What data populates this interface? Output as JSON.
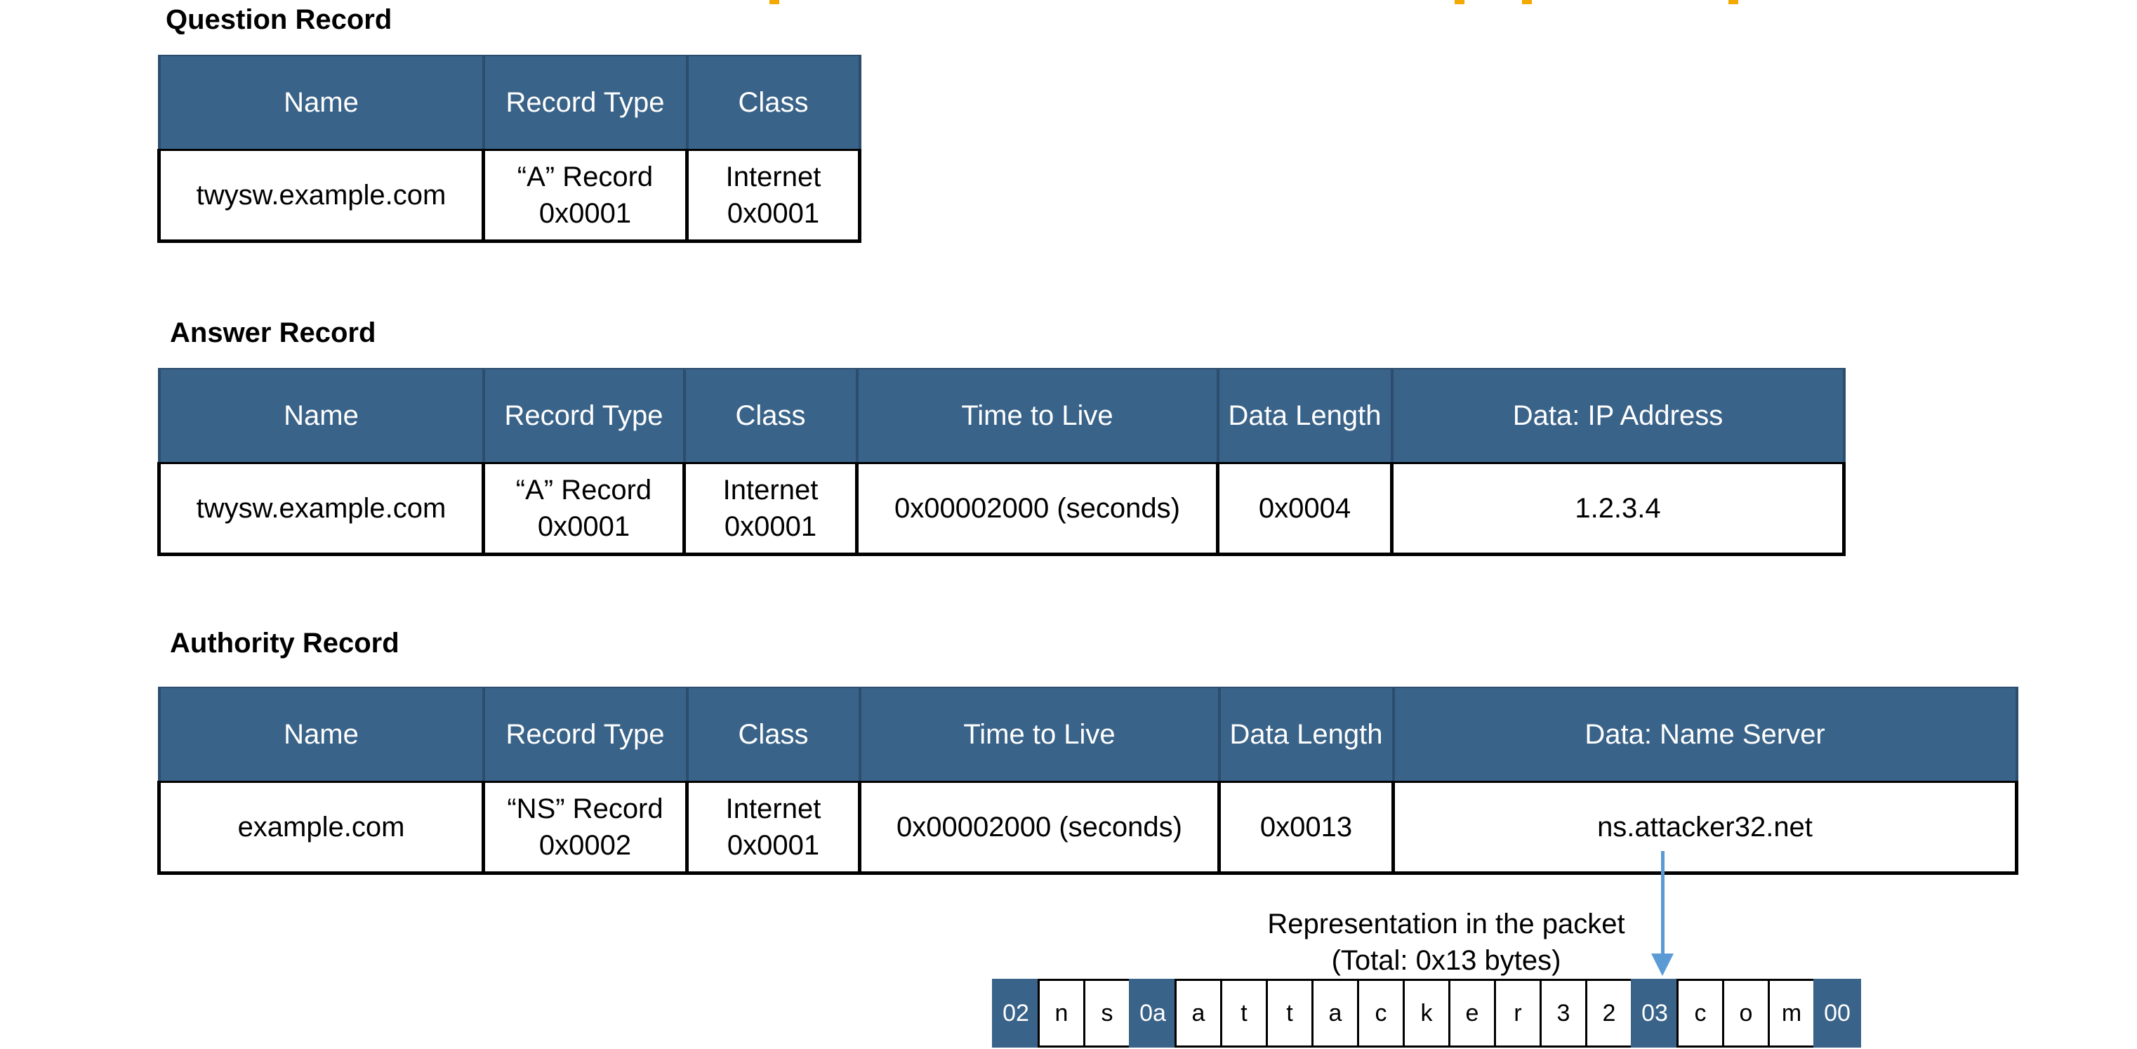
{
  "colors": {
    "header_fill": "#3a6389",
    "header_text": "#ffffff",
    "arrow": "#5b9bd5",
    "accent_dash": "#f2a900"
  },
  "question": {
    "title": "Question Record",
    "headers": [
      "Name",
      "Record Type",
      "Class"
    ],
    "row": [
      "twysw.example.com",
      "“A” Record\n0x0001",
      "Internet\n0x0001"
    ]
  },
  "answer": {
    "title": "Answer Record",
    "headers": [
      "Name",
      "Record Type",
      "Class",
      "Time to Live",
      "Data Length",
      "Data: IP Address"
    ],
    "row": [
      "twysw.example.com",
      "“A” Record\n0x0001",
      "Internet\n0x0001",
      "0x00002000 (seconds)",
      "0x0004",
      "1.2.3.4"
    ]
  },
  "authority": {
    "title": "Authority Record",
    "headers": [
      "Name",
      "Record Type",
      "Class",
      "Time to Live",
      "Data Length",
      "Data: Name Server"
    ],
    "row": [
      "example.com",
      "“NS” Record\n0x0002",
      "Internet\n0x0001",
      "0x00002000 (seconds)",
      "0x0013",
      "ns.attacker32.net"
    ]
  },
  "packet": {
    "caption_line1": "Representation in the packet",
    "caption_line2": "(Total: 0x13 bytes)",
    "bytes": [
      {
        "v": "02",
        "len": true
      },
      {
        "v": "n"
      },
      {
        "v": "s"
      },
      {
        "v": "0a",
        "len": true
      },
      {
        "v": "a"
      },
      {
        "v": "t"
      },
      {
        "v": "t"
      },
      {
        "v": "a"
      },
      {
        "v": "c"
      },
      {
        "v": "k"
      },
      {
        "v": "e"
      },
      {
        "v": "r"
      },
      {
        "v": "3"
      },
      {
        "v": "2"
      },
      {
        "v": "03",
        "len": true
      },
      {
        "v": "c"
      },
      {
        "v": "o"
      },
      {
        "v": "m"
      },
      {
        "v": "00",
        "len": true
      }
    ]
  }
}
